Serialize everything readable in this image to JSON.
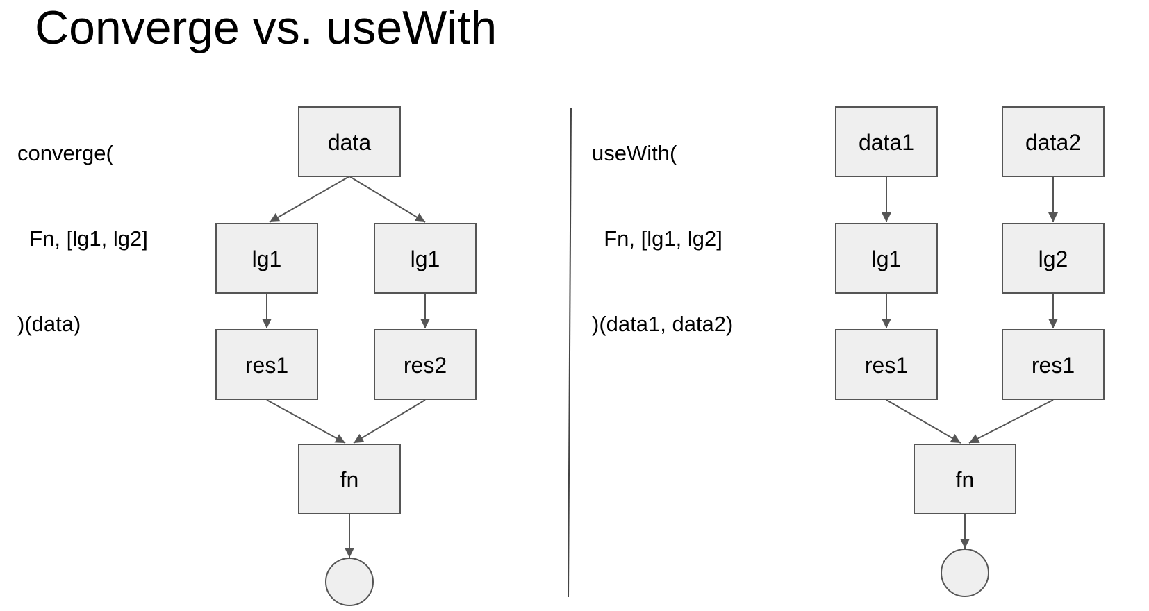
{
  "title": "Converge vs. useWith",
  "left": {
    "code": [
      "converge(",
      "  Fn, [lg1, lg2]",
      ")(data)"
    ],
    "nodes": {
      "data": "data",
      "lg_a": "lg1",
      "lg_b": "lg1",
      "res_a": "res1",
      "res_b": "res2",
      "fn": "fn"
    }
  },
  "right": {
    "code": [
      "useWith(",
      "  Fn, [lg1, lg2]",
      ")(data1, data2)"
    ],
    "nodes": {
      "data_a": "data1",
      "data_b": "data2",
      "lg_a": "lg1",
      "lg_b": "lg2",
      "res_a": "res1",
      "res_b": "res1",
      "fn": "fn"
    }
  },
  "colors": {
    "node_fill": "#efefef",
    "node_stroke": "#555555",
    "edge": "#555555"
  }
}
